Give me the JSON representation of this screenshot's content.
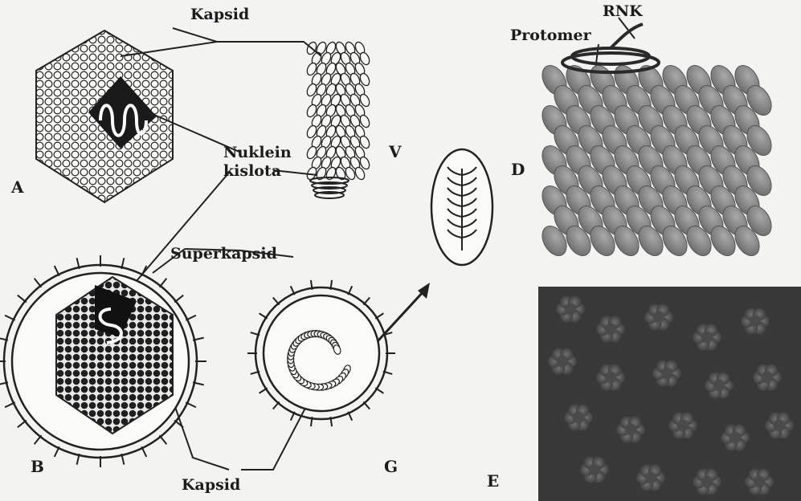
{
  "background_text": [],
  "labels": {
    "kapsid_top": "Kapsid",
    "rnk": "RNK",
    "protomer": "Protomer",
    "nuklein": "Nuklein",
    "kislota": "kislota",
    "v": "V",
    "a": "A",
    "d": "D",
    "superkapsid": "Superkapsid",
    "b": "B",
    "kapsid_bottom": "Kapsid",
    "g": "G",
    "e": "E"
  },
  "colors": {
    "paper": "#f3f3f1",
    "ink": "#1c1c1c",
    "protomer_fill": "#8f8f8f",
    "micrograph_bg": "#3a3a3a"
  }
}
